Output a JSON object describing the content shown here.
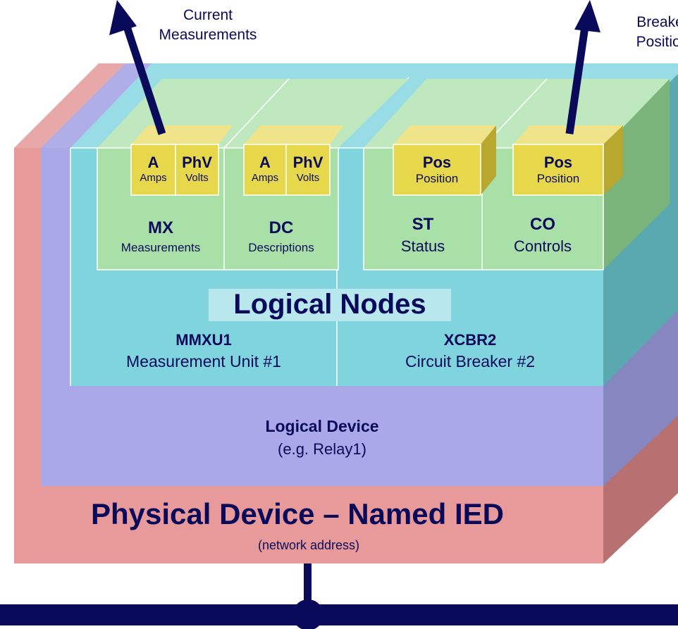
{
  "arrows": {
    "left_label_line1": "Current",
    "left_label_line2": "Measurements",
    "right_label_line1": "Breaker",
    "right_label_line2": "Position"
  },
  "data_objects": {
    "mx_a": {
      "title": "A",
      "sub": "Amps"
    },
    "mx_phv": {
      "title": "PhV",
      "sub": "Volts"
    },
    "dc_a": {
      "title": "A",
      "sub": "Amps"
    },
    "dc_phv": {
      "title": "PhV",
      "sub": "Volts"
    },
    "st_pos": {
      "title": "Pos",
      "sub": "Position"
    },
    "co_pos": {
      "title": "Pos",
      "sub": "Position"
    }
  },
  "functional_constraints": {
    "mx": {
      "title": "MX",
      "sub": "Measurements"
    },
    "dc": {
      "title": "DC",
      "sub": "Descriptions"
    },
    "st": {
      "title": "ST",
      "sub": "Status"
    },
    "co": {
      "title": "CO",
      "sub": "Controls"
    }
  },
  "logical_nodes": {
    "title": "Logical Nodes",
    "mmxu": {
      "name": "MMXU1",
      "desc": "Measurement Unit #1"
    },
    "xcbr": {
      "name": "XCBR2",
      "desc": "Circuit Breaker #2"
    }
  },
  "logical_device": {
    "title": "Logical Device",
    "sub": "(e.g. Relay1)"
  },
  "physical_device": {
    "title": "Physical Device – Named IED",
    "sub": "(network address)"
  },
  "colors": {
    "physical": "#e89a9a",
    "logical_device": "#aaa8e8",
    "logical_nodes": "#80d4de",
    "functional_constraint": "#a8e0a8",
    "data_object": "#e6d84a",
    "text": "#0a0a5a"
  }
}
